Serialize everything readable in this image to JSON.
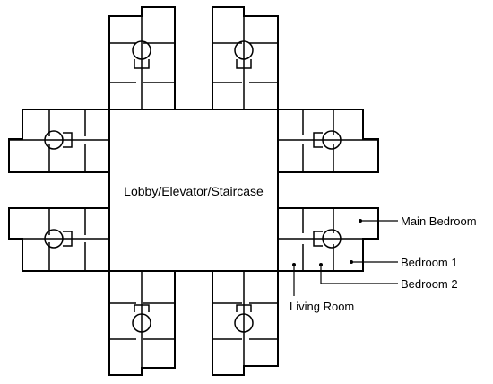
{
  "diagram": {
    "core_label": "Lobby/Elevator/Staircase",
    "callouts": [
      {
        "id": "main-bedroom",
        "label": "Main Bedroom"
      },
      {
        "id": "bedroom-1",
        "label": "Bedroom 1"
      },
      {
        "id": "bedroom-2",
        "label": "Bedroom 2"
      },
      {
        "id": "living-room",
        "label": "Living Room"
      }
    ]
  }
}
